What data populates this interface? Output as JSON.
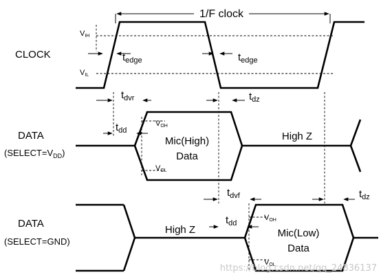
{
  "period_label": "1/F clock",
  "rows": {
    "clock": {
      "label": "CLOCK"
    },
    "data_vdd": {
      "label": "DATA",
      "sub_prefix": "(SELECT=V",
      "sub_sub": "DD",
      "sub_suffix": ")"
    },
    "data_gnd": {
      "label": "DATA",
      "sub": "(SELECT=GND)"
    }
  },
  "levels": {
    "vih": {
      "main": "V",
      "sub": "IH"
    },
    "vil": {
      "main": "V",
      "sub": "IL"
    },
    "voh": {
      "main": "V",
      "sub": "OH"
    },
    "vol": {
      "main": "V",
      "sub": "OL"
    }
  },
  "timings": {
    "t": "t",
    "edge": "edge",
    "dvr": "dvr",
    "dz": "dz",
    "dd": "dd",
    "dvf": "dvf"
  },
  "data_labels": {
    "high_line1": "Mic(High)",
    "high_line2": "Data",
    "low_line1": "Mic(Low)",
    "low_line2": "Data",
    "high_z": "High Z"
  },
  "watermark": "https://blog.csdn.net/qq_24836137"
}
